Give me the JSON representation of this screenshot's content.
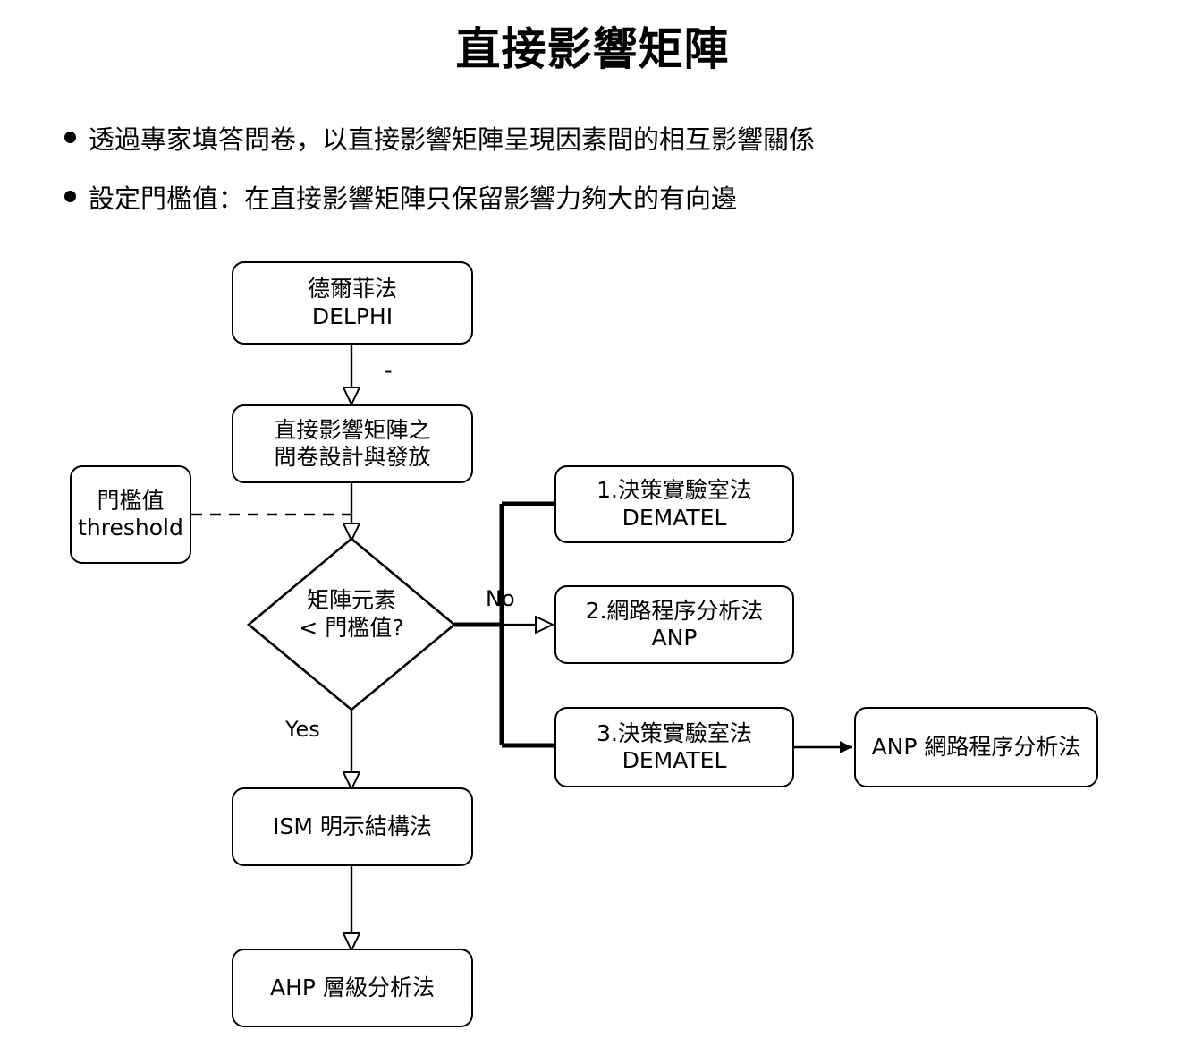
{
  "slide": {
    "title": "直接影響矩陣",
    "bullets": [
      "透過專家填答問卷，以直接影響矩陣呈現因素間的相互影響關係",
      "設定門檻值：在直接影響矩陣只保留影響力夠大的有向邊"
    ]
  },
  "flowchart": {
    "nodes": {
      "delphi": {
        "line1": "德爾菲法",
        "line2": "DELPHI"
      },
      "survey": {
        "line1": "直接影響矩陣之",
        "line2": "問卷設計與發放"
      },
      "threshold": {
        "line1": "門檻值",
        "line2": "threshold"
      },
      "decision": {
        "line1": "矩陣元素",
        "line2": "< 門檻值?"
      },
      "dematel1": {
        "line1": "1.決策實驗室法",
        "line2": "DEMATEL"
      },
      "anp2": {
        "line1": "2.網路程序分析法",
        "line2": "ANP"
      },
      "dematel3": {
        "line1": "3.決策實驗室法",
        "line2": "DEMATEL"
      },
      "anp_final": {
        "line1": "ANP 網路程序分析法",
        "line2": ""
      },
      "ism": {
        "line1": "ISM 明示結構法",
        "line2": ""
      },
      "ahp": {
        "line1": "AHP 層級分析法",
        "line2": ""
      }
    },
    "edge_labels": {
      "no": "No",
      "yes": "Yes",
      "dash_mark": "-"
    },
    "colors": {
      "stroke": "#000000",
      "fill": "#ffffff",
      "text": "#000000"
    }
  }
}
